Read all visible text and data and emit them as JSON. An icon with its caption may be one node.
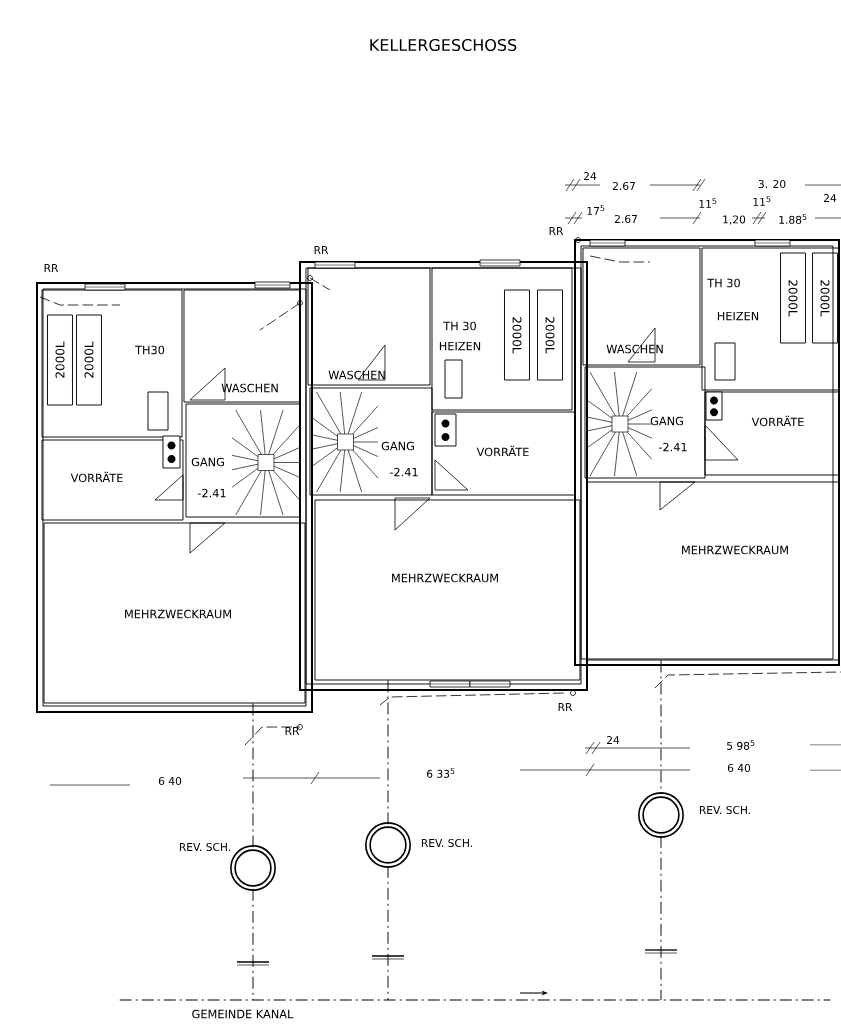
{
  "diagram": {
    "title": "KELLERGESCHOSS",
    "nodes": [
      {
        "text": [],
        "shape": "box"
      },
      {
        "text": [
          "TH30"
        ],
        "in": 0
      },
      {
        "text": [
          "2000L"
        ],
        "in": 1
      },
      {
        "text": [
          "2000L"
        ],
        "in": 1
      },
      {
        "text": [
          "WASCHEN"
        ],
        "in": 0
      },
      {
        "text": [
          "VORRÄTE"
        ],
        "in": 0
      },
      {
        "text": [
          "GANG",
          "-2.41"
        ],
        "in": 0
      },
      {
        "text": [
          "MEHRZWECKRAUM"
        ],
        "in": 0
      },
      {
        "text": [],
        "shape": "box"
      },
      {
        "text": [
          "WASCHEN"
        ],
        "in": 8
      },
      {
        "text": [
          "TH 30",
          "HEIZEN"
        ],
        "in": 8
      },
      {
        "text": [
          "2000L"
        ],
        "in": 10
      },
      {
        "text": [
          "2000L"
        ],
        "in": 10
      },
      {
        "text": [
          "GANG",
          "-2.41"
        ],
        "in": 8
      },
      {
        "text": [
          "VORRÄTE"
        ],
        "in": 8
      },
      {
        "text": [
          "MEHRZWECKRAUM"
        ],
        "in": 8
      },
      {
        "text": [],
        "shape": "box"
      },
      {
        "text": [
          "WASCHEN"
        ],
        "in": 16
      },
      {
        "text": [
          "TH 30",
          "HEIZEN"
        ],
        "in": 16
      },
      {
        "text": [
          "2000L"
        ],
        "in": 18
      },
      {
        "text": [
          "2000L"
        ],
        "in": 18
      },
      {
        "text": [
          "GANG",
          "-2.41"
        ],
        "in": 16
      },
      {
        "text": [
          "VORRÄTE"
        ],
        "in": 16
      },
      {
        "text": [
          "MEHRZWECKRAUM"
        ],
        "in": 16
      },
      {
        "text": [],
        "shape": "circle",
        "beside": [
          "REV. SCH."
        ]
      },
      {
        "text": [],
        "shape": "circle",
        "beside": [
          "REV. SCH."
        ]
      },
      {
        "text": [],
        "shape": "circle",
        "beside": [
          "REV. SCH."
        ]
      },
      {
        "text": [
          "GEMEINDE KANAL"
        ]
      }
    ],
    "edges": [
      {
        "from": 7,
        "to": 24,
        "arrow": "none",
        "style": "dashed"
      },
      {
        "from": 15,
        "to": 25,
        "arrow": "none",
        "style": "dashed"
      },
      {
        "from": 23,
        "to": 26,
        "arrow": "none",
        "style": "dashed"
      },
      {
        "from": 24,
        "to": 27,
        "arrow": "none",
        "style": "dashed"
      },
      {
        "from": 25,
        "to": 27,
        "arrow": "none",
        "style": "dashed"
      },
      {
        "from": 26,
        "to": 27,
        "arrow": "none",
        "style": "dashed"
      }
    ],
    "labels": [
      "24",
      "2.67",
      "3. 20",
      "24",
      "11$^{5}$",
      "11$^{5}$",
      "17$^{5}$",
      "2.67",
      "1,20",
      "1.88$^{5}$",
      "RR",
      "RR",
      "RR",
      "RR",
      "RR",
      "24",
      "5 98$^{5}$",
      "6 40",
      "6 33$^{5}$",
      "6 40"
    ]
  }
}
